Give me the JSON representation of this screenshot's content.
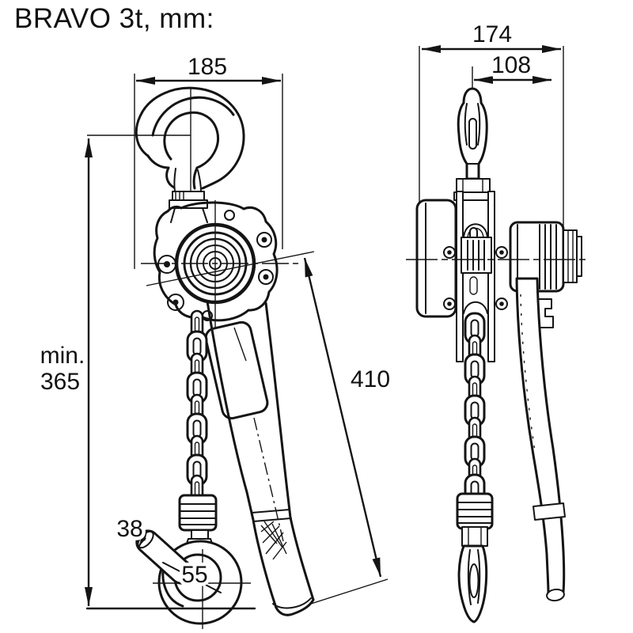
{
  "title": "BRAVO 3t, mm:",
  "colors": {
    "ink": "#141414",
    "background": "#ffffff"
  },
  "views": {
    "front": {
      "name": "front-view",
      "dims": {
        "hook_width": "185",
        "headroom_prefix": "min.",
        "headroom_value": "365",
        "lever_length": "410",
        "thimble_diameter": "38",
        "hook_opening": "55"
      }
    },
    "side": {
      "name": "side-view",
      "dims": {
        "body_depth": "174",
        "handle_offset": "108"
      }
    }
  }
}
